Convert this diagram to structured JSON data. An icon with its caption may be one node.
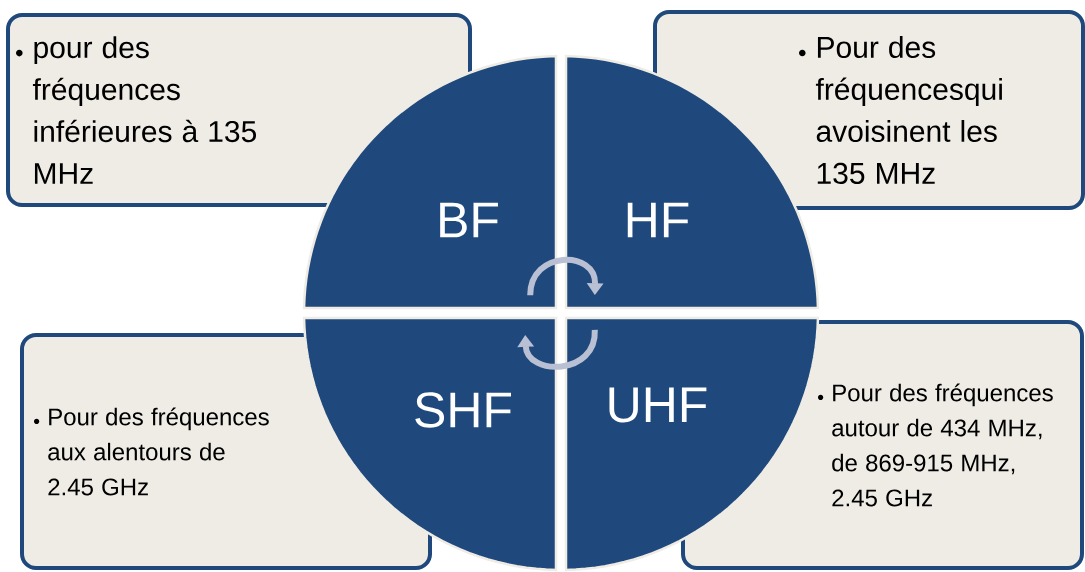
{
  "diagram": {
    "nodes": [
      {
        "text": [
          "pour des fréquences inférieures à 135 MHz"
        ]
      },
      {
        "text": [
          "Pour des fréquencesqui avoisinent les 135 MHz"
        ]
      },
      {
        "text": [
          "Pour des fréquences aux alentours de 2.45 GHz"
        ]
      },
      {
        "text": [
          "Pour des fréquences autour de 434 MHz, de 869-915 MHz, 2.45 GHz"
        ]
      },
      {
        "text": [
          "BF"
        ]
      },
      {
        "text": [
          "HF"
        ]
      },
      {
        "text": [
          "SHF"
        ]
      },
      {
        "text": [
          "UHF"
        ]
      }
    ],
    "edges": [
      {
        "from": 4,
        "to": 5,
        "arrow": "to"
      },
      {
        "from": 7,
        "to": 6,
        "arrow": "to"
      }
    ]
  }
}
